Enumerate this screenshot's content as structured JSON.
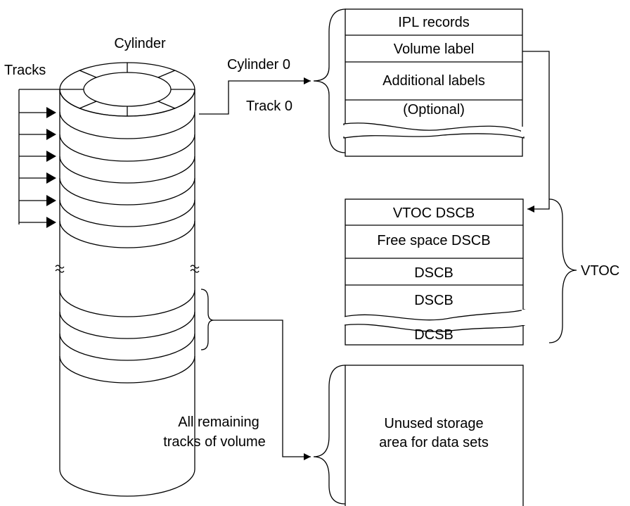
{
  "cylinder_label": "Cylinder",
  "tracks_label": "Tracks",
  "cylinder0_label": "Cylinder 0",
  "track0_label": "Track 0",
  "track0_records": [
    "IPL records",
    "Volume label",
    "Additional labels",
    "(Optional)"
  ],
  "vtoc_records": [
    "VTOC DSCB",
    "Free space DSCB",
    "DSCB",
    "DSCB",
    "DCSB"
  ],
  "vtoc_label": "VTOC",
  "remaining_label": [
    "All remaining",
    "tracks of volume"
  ],
  "unused_area": [
    "Unused storage",
    "area for data sets"
  ]
}
